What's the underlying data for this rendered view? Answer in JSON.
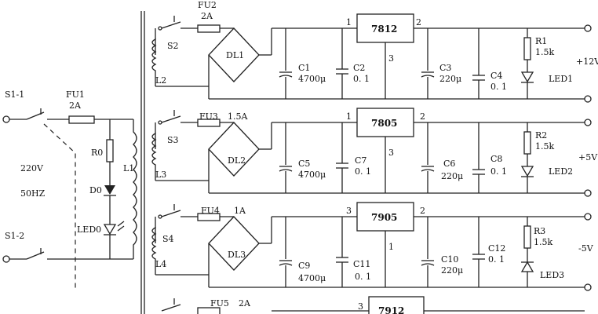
{
  "diagram": {
    "mains": {
      "switch1": "S1-1",
      "switch2": "S1-2",
      "fuse": "FU1",
      "fuse_rating": "2A",
      "voltage": "220V",
      "frequency": "50HZ",
      "resistor": "R0",
      "diode": "D0",
      "led": "LED0",
      "primary": "L1"
    },
    "channels": [
      {
        "switch": "S2",
        "fuse": "FU2",
        "fuse_rating": "2A",
        "winding": "L2",
        "bridge": "DL1",
        "c_in": "C1",
        "c_in_val": "4700μ",
        "c_hf": "C2",
        "c_hf_val": "0. 1",
        "reg": "7812",
        "pin_in": "1",
        "pin_out": "2",
        "pin_gnd": "3",
        "c_out": "C3",
        "c_out_val": "220μ",
        "c_out2": "C4",
        "c_out2_val": "0. 1",
        "r": "R1",
        "r_val": "1.5k",
        "led": "LED1",
        "output": "+12V"
      },
      {
        "switch": "S3",
        "fuse": "FU3",
        "fuse_rating": "1.5A",
        "winding": "L3",
        "bridge": "DL2",
        "c_in": "C5",
        "c_in_val": "4700μ",
        "c_hf": "C7",
        "c_hf_val": "0. 1",
        "reg": "7805",
        "pin_in": "1",
        "pin_out": "2",
        "pin_gnd": "3",
        "c_out": "C6",
        "c_out_val": "220μ",
        "c_out2": "C8",
        "c_out2_val": "0. 1",
        "r": "R2",
        "r_val": "1.5k",
        "led": "LED2",
        "output": "+5V"
      },
      {
        "switch": "S4",
        "fuse": "FU4",
        "fuse_rating": "1A",
        "winding": "L4",
        "bridge": "DL3",
        "c_in": "C9",
        "c_in_val": "4700μ",
        "c_hf": "C11",
        "c_hf_val": "0. 1",
        "reg": "7905",
        "pin_in": "3",
        "pin_out": "2",
        "pin_gnd": "1",
        "c_out": "C10",
        "c_out_val": "220μ",
        "c_out2": "C12",
        "c_out2_val": "0. 1",
        "r": "R3",
        "r_val": "1.5k",
        "led": "LED3",
        "output": "-5V"
      }
    ],
    "partial": {
      "fuse": "FU5",
      "fuse_rating": "2A",
      "pin_in": "3",
      "reg": "7912"
    }
  }
}
